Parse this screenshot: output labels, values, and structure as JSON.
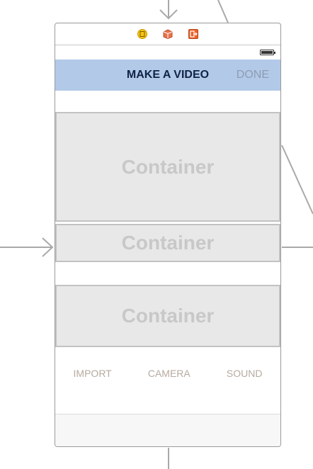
{
  "nav": {
    "title": "MAKE A VIDEO",
    "done_label": "DONE"
  },
  "containers": [
    {
      "label": "Container"
    },
    {
      "label": "Container"
    },
    {
      "label": "Container"
    }
  ],
  "actions": {
    "import_label": "IMPORT",
    "camera_label": "CAMERA",
    "sound_label": "SOUND"
  },
  "dock": {
    "icons": [
      "view-controller-icon",
      "first-responder-icon",
      "exit-icon"
    ]
  },
  "colors": {
    "nav_bar": "#b2c9e8",
    "nav_title": "#0f2447",
    "done": "#8d9db3",
    "container_fill": "#e8e8e8",
    "container_label": "#c8c8c8",
    "action_label": "#b6aaa0",
    "connector": "#a9a9a9"
  }
}
